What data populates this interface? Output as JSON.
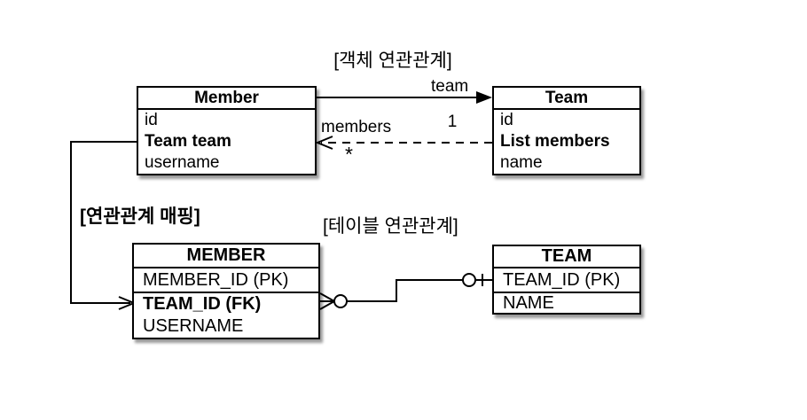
{
  "section_labels": {
    "object_association": "[객체 연관관계]",
    "association_mapping": "[연관관계 매핑]",
    "table_association": "[테이블 연관관계]"
  },
  "object_diagram": {
    "member_class": {
      "title": "Member",
      "fields": [
        "id",
        "Team team",
        "username"
      ]
    },
    "team_class": {
      "title": "Team",
      "fields": [
        "id",
        "List members",
        "name"
      ]
    },
    "team_association": {
      "label": "team",
      "multiplicity": "1"
    },
    "members_association": {
      "label": "members",
      "multiplicity": "*"
    }
  },
  "table_diagram": {
    "member_table": {
      "title": "MEMBER",
      "pk_column": "MEMBER_ID (PK)",
      "fk_column": "TEAM_ID (FK)",
      "other_column": "USERNAME"
    },
    "team_table": {
      "title": "TEAM",
      "pk_column": "TEAM_ID (PK)",
      "other_column": "NAME"
    }
  },
  "colors": {
    "background": "#ffffff",
    "line": "#000000",
    "box_border": "#000000",
    "text": "#000000"
  }
}
